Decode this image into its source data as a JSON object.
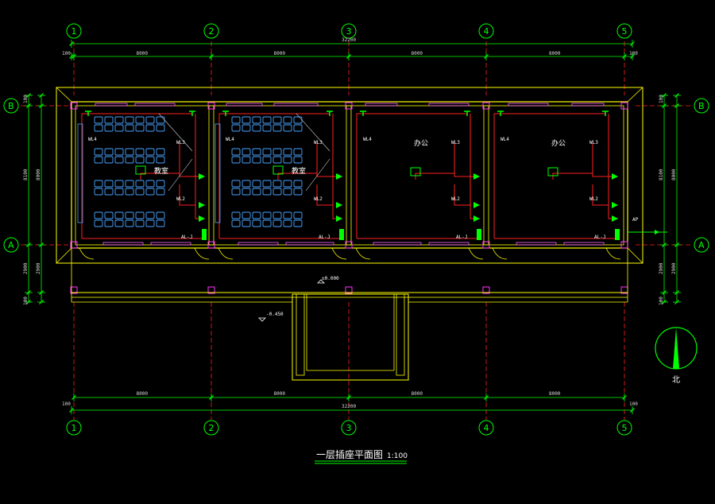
{
  "colors": {
    "background": "#000000",
    "axis": "#00ff00",
    "wall": "#ffff00",
    "wiring": "#ff2020",
    "dimension": "#d8d8d8",
    "seat": "#4aa3ff",
    "column": "#ff33ff",
    "text": "#ffffff"
  },
  "drawing_title": "一层插座平面图",
  "scale": "1:100",
  "north_label": "北",
  "axes_vertical": [
    "1",
    "2",
    "3",
    "4",
    "5"
  ],
  "axes_horizontal": [
    "B",
    "A"
  ],
  "dimensions": {
    "top_total": "32200",
    "bottom_total": "32200",
    "bays": [
      "8000",
      "8000",
      "8000",
      "8000"
    ],
    "edge": "100",
    "side_segments": [
      "100",
      "8100",
      "2900",
      "100"
    ],
    "side_total_upper": "8000",
    "side_total_lower": "2900"
  },
  "rooms": [
    {
      "name": "教室",
      "panel": "AL-J",
      "circuits": [
        "WL4",
        "WL3",
        "WL2"
      ]
    },
    {
      "name": "教室",
      "panel": "AL-J",
      "circuits": [
        "WL4",
        "WL3",
        "WL2"
      ]
    },
    {
      "name": "办公",
      "panel": "AL-J",
      "circuits": [
        "WL4",
        "WL3",
        "WL2"
      ]
    },
    {
      "name": "办公",
      "panel": "AL-J",
      "circuits": [
        "WL4",
        "WL3",
        "WL2"
      ]
    }
  ],
  "ap_label": "AP",
  "levels": {
    "floor": "±0.000",
    "outside": "-0.450"
  }
}
